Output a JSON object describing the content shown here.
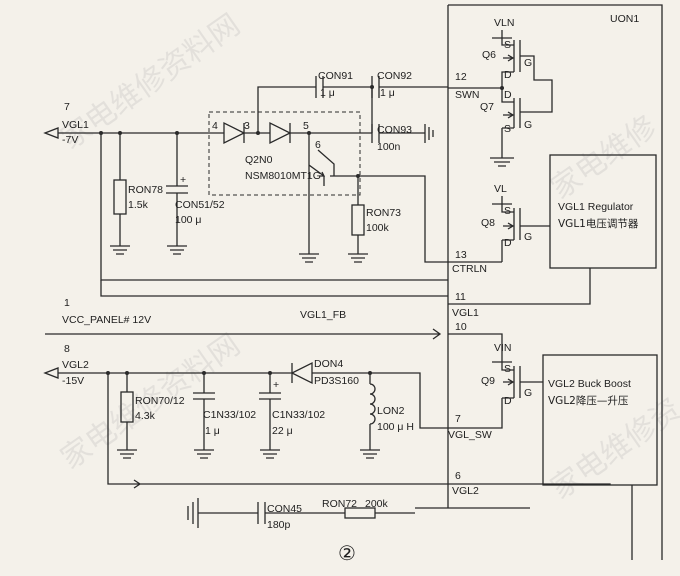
{
  "chip": {
    "name": "UON1"
  },
  "blocks": {
    "vgl1_reg": {
      "line1": "VGL1 Regulator",
      "line2": "VGL1电压调节器"
    },
    "vgl2_bb": {
      "line1": "VGL2 Buck Boost",
      "line2": "VGL2降压—升压"
    }
  },
  "pins": {
    "p12": "12",
    "swn": "SWN",
    "p13": "13",
    "ctrln": "CTRLN",
    "p11": "11",
    "vgl1": "VGL1",
    "p10": "10",
    "p7": "7",
    "vgl_sw": "VGL_SW",
    "p6": "6",
    "vgl2": "VGL2"
  },
  "transistors": {
    "q6": "Q6",
    "q7": "Q7",
    "q8": "Q8",
    "q9": "Q9",
    "vln": "VLN",
    "vl": "VL",
    "vin": "VIN",
    "s": "S",
    "d": "D",
    "g": "G"
  },
  "nets": {
    "n7": "7",
    "vgl1_out": "VGL1",
    "vgl1_v": "-7V",
    "n1": "1",
    "vcc": "VCC_PANEL# 12V",
    "vgl1_fb": "VGL1_FB",
    "n8": "8",
    "vgl2_out": "VGL2",
    "vgl2_v": "-15V"
  },
  "components": {
    "con91": "CON91",
    "con91_v": "1 μ",
    "con92": "CON92",
    "con92_v": "1 μ",
    "con93": "CON93",
    "con93_v": "100n",
    "q2n0": "Q2N0",
    "q2n0_part": "NSM8010MT1G",
    "pin4": "4",
    "pin3": "3",
    "pin5": "5",
    "pin6": "6",
    "ron78": "RON78",
    "ron78_v": "1.5k",
    "con51": "CON51/52",
    "con51_v": "100 μ",
    "ron73": "RON73",
    "ron73_v": "100k",
    "ron70": "RON70/12",
    "ron70_v": "4.3k",
    "c1n33a": "C1N33/102",
    "c1n33a_v": "1 μ",
    "c1n33b": "C1N33/102",
    "c1n33b_v": "22 μ",
    "don4": "DON4",
    "don4_part": "PD3S160",
    "lon2": "LON2",
    "lon2_v": "100 μ H",
    "con45": "CON45",
    "con45_v": "180p",
    "ron72": "RON72",
    "ron72_v": "200k",
    "plus": "+"
  },
  "figure_label": "②",
  "watermarks": [
    "家电维修资料网",
    "家电维修资料网",
    "家电维修",
    "家电维修资"
  ]
}
